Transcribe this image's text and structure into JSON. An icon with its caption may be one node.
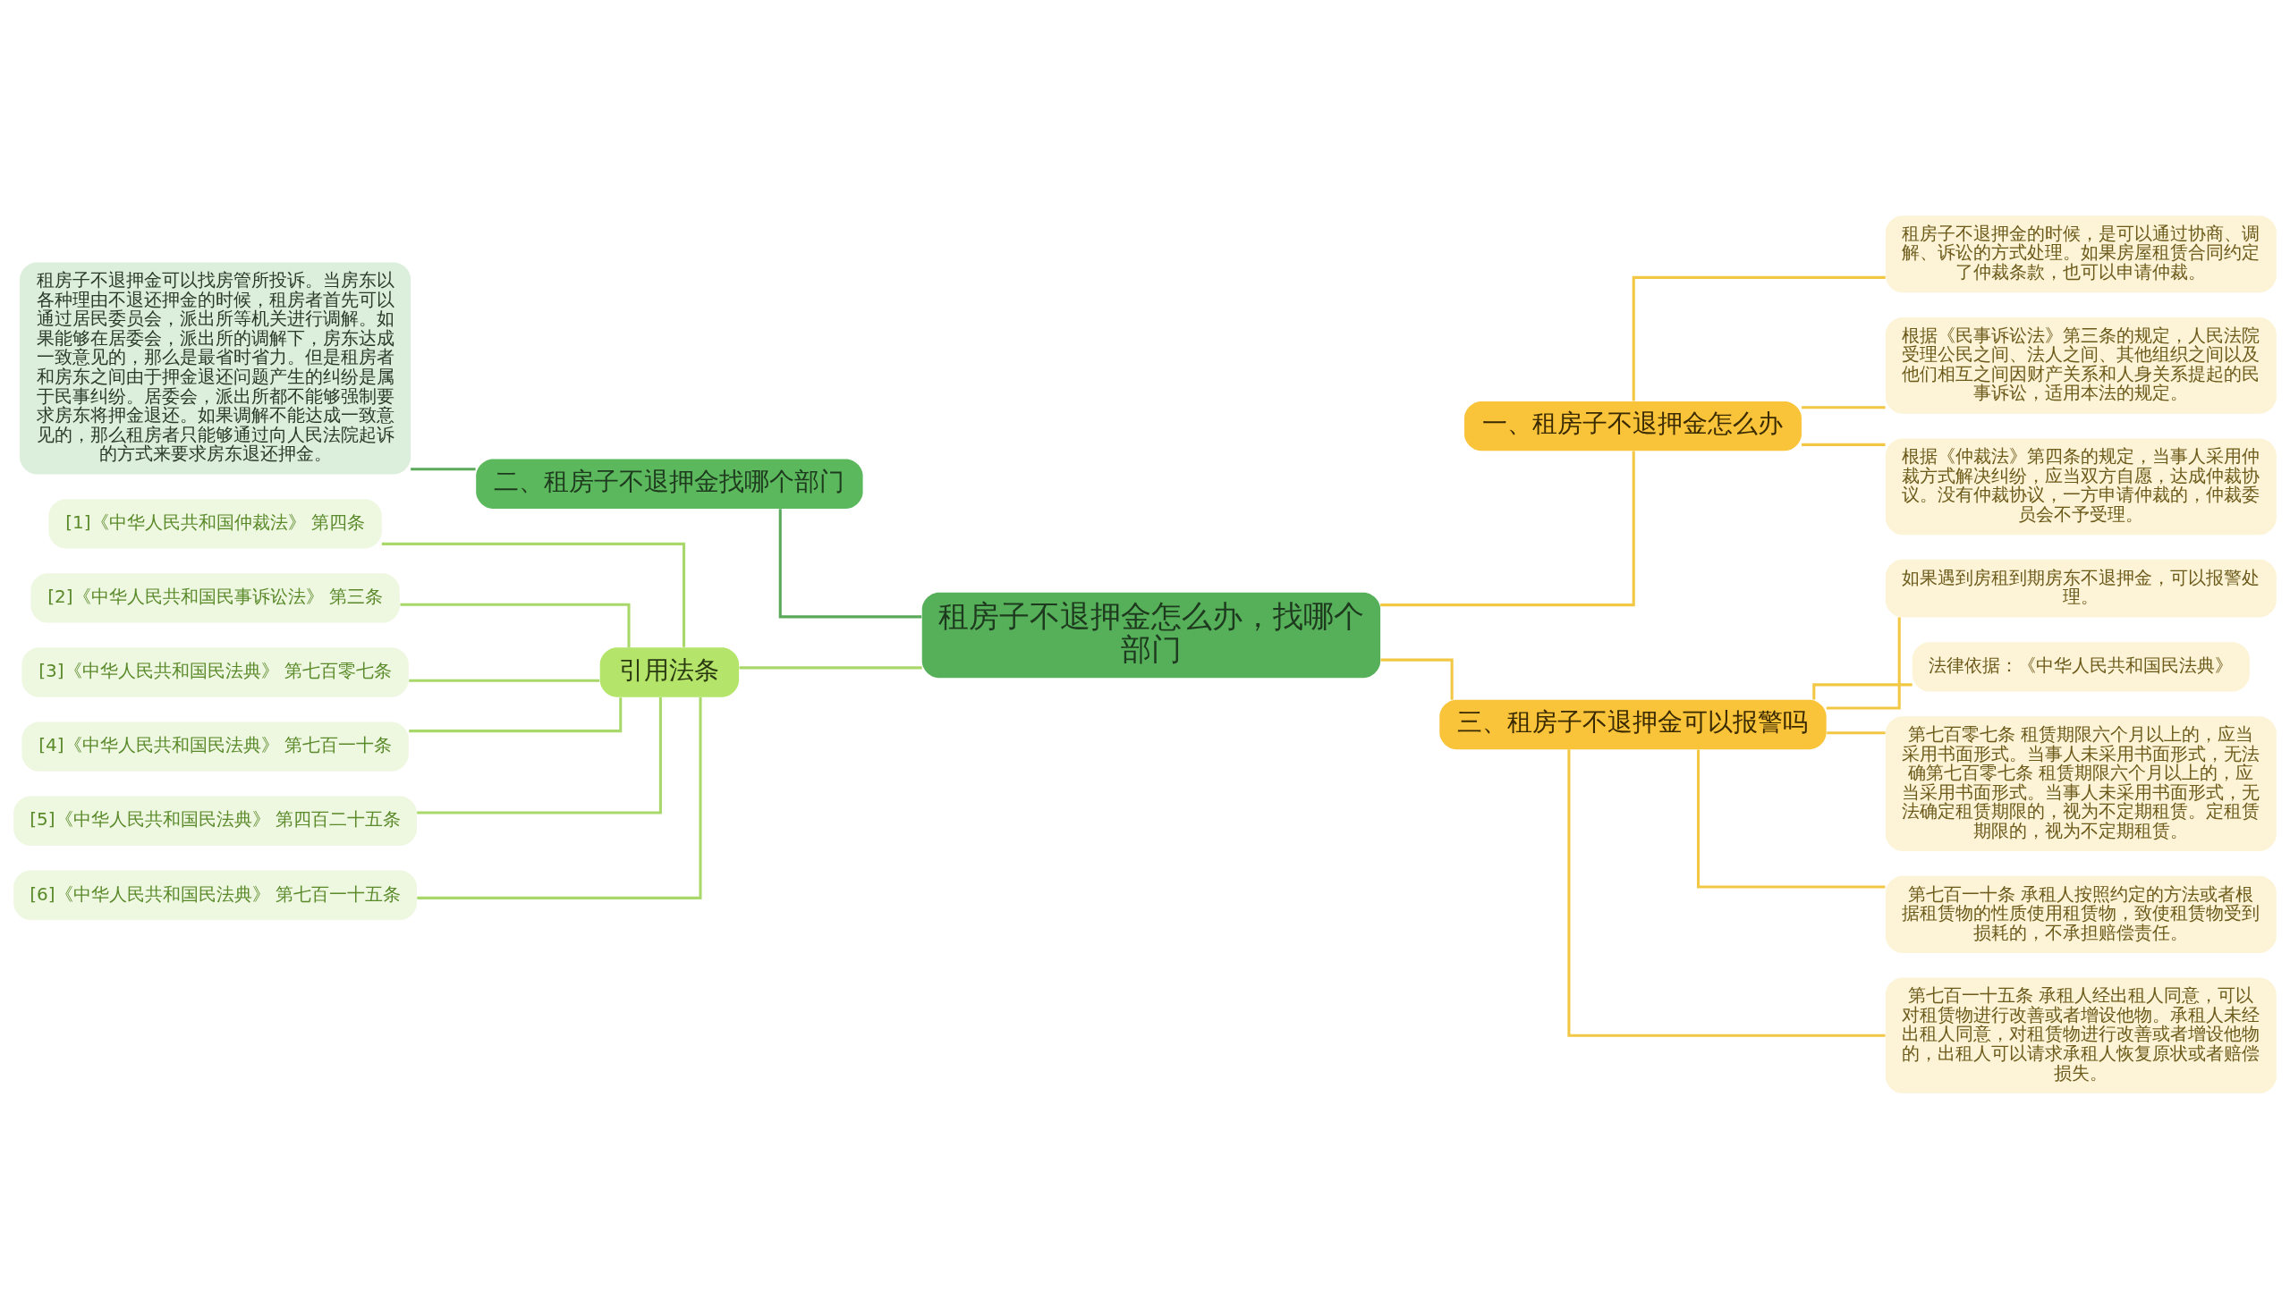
{
  "diagram": {
    "nodes": [
      {
        "text": [
          "租房子不退押金怎么办，找哪个部门"
        ]
      },
      {
        "text": [
          "一、租房子不退押金怎么办"
        ]
      },
      {
        "text": [
          "租房子不退押金的时候，是可以通过协商、调解、诉讼的方式处理。如果房屋租赁合同约定了仲裁条款，也可以申请仲裁。"
        ]
      },
      {
        "text": [
          "根据《民事诉讼法》第三条的规定，人民法院受理公民之间、法人之间、其他组织之间以及他们相互之间因财产关系和人身关系提起的民事诉讼，适用本法的规定。"
        ]
      },
      {
        "text": [
          "根据《仲裁法》第四条的规定，当事人采用仲裁方式解决纠纷，应当双方自愿，达成仲裁协议。没有仲裁协议，一方申请仲裁的，仲裁委员会不予受理。"
        ]
      },
      {
        "text": [
          "三、租房子不退押金可以报警吗"
        ]
      },
      {
        "text": [
          "如果遇到房租到期房东不退押金，可以报警处理。"
        ]
      },
      {
        "text": [
          "法律依据：《中华人民共和国民法典》"
        ]
      },
      {
        "text": [
          "第七百零七条 租赁期限六个月以上的，应当采用书面形式。当事人未采用书面形式，无法确第七百零七条 租赁期限六个月以上的，应当采用书面形式。当事人未采用书面形式，无法确定租赁期限的，视为不定期租赁。定租赁期限的，视为不定期租赁。"
        ]
      },
      {
        "text": [
          "第七百一十条 承租人按照约定的方法或者根据租赁物的性质使用租赁物，致使租赁物受到损耗的，不承担赔偿责任。"
        ]
      },
      {
        "text": [
          "第七百一十五条 承租人经出租人同意，可以对租赁物进行改善或者增设他物。承租人未经出租人同意，对租赁物进行改善或者增设他物的，出租人可以请求承租人恢复原状或者赔偿损失。"
        ]
      },
      {
        "text": [
          "二、租房子不退押金找哪个部门"
        ]
      },
      {
        "text": [
          "租房子不退押金可以找房管所投诉。当房东以各种理由不退还押金的时候，租房者首先可以通过居民委员会，派出所等机关进行调解。如果能够在居委会，派出所的调解下，房东达成一致意见的，那么是最省时省力。但是租房者和房东之间由于押金退还问题产生的纠纷是属于民事纠纷。居委会，派出所都不能够强制要求房东将押金退还。如果调解不能达成一致意见的，那么租房者只能够通过向人民法院起诉的方式来要求房东退还押金。"
        ]
      },
      {
        "text": [
          "引用法条"
        ]
      },
      {
        "text": [
          "[1]《中华人民共和国仲裁法》 第四条"
        ]
      },
      {
        "text": [
          "[2]《中华人民共和国民事诉讼法》 第三条"
        ]
      },
      {
        "text": [
          "[3]《中华人民共和国民法典》 第七百零七条"
        ]
      },
      {
        "text": [
          "[4]《中华人民共和国民法典》 第七百一十条"
        ]
      },
      {
        "text": [
          "[5]《中华人民共和国民法典》 第四百二十五条"
        ]
      },
      {
        "text": [
          "[6]《中华人民共和国民法典》 第七百一十五条"
        ]
      }
    ],
    "edges": [
      {
        "from": 0,
        "to": 1,
        "arrow": "none"
      },
      {
        "from": 1,
        "to": 2,
        "arrow": "none"
      },
      {
        "from": 1,
        "to": 3,
        "arrow": "none"
      },
      {
        "from": 1,
        "to": 4,
        "arrow": "none"
      },
      {
        "from": 0,
        "to": 5,
        "arrow": "none"
      },
      {
        "from": 5,
        "to": 6,
        "arrow": "none"
      },
      {
        "from": 5,
        "to": 7,
        "arrow": "none"
      },
      {
        "from": 5,
        "to": 8,
        "arrow": "none"
      },
      {
        "from": 5,
        "to": 9,
        "arrow": "none"
      },
      {
        "from": 5,
        "to": 10,
        "arrow": "none"
      },
      {
        "from": 0,
        "to": 11,
        "arrow": "none",
        "color": "#5aa85a"
      },
      {
        "from": 11,
        "to": 12,
        "arrow": "none",
        "color": "#5aa85a"
      },
      {
        "from": 0,
        "to": 13,
        "arrow": "none",
        "color": "#a8d86a"
      },
      {
        "from": 13,
        "to": 14,
        "arrow": "none",
        "color": "#a8d86a"
      },
      {
        "from": 13,
        "to": 15,
        "arrow": "none",
        "color": "#a8d86a"
      },
      {
        "from": 13,
        "to": 16,
        "arrow": "none",
        "color": "#a8d86a"
      },
      {
        "from": 13,
        "to": 17,
        "arrow": "none",
        "color": "#a8d86a"
      },
      {
        "from": 13,
        "to": 18,
        "arrow": "none",
        "color": "#a8d86a"
      },
      {
        "from": 13,
        "to": 19,
        "arrow": "none",
        "color": "#a8d86a"
      }
    ]
  }
}
